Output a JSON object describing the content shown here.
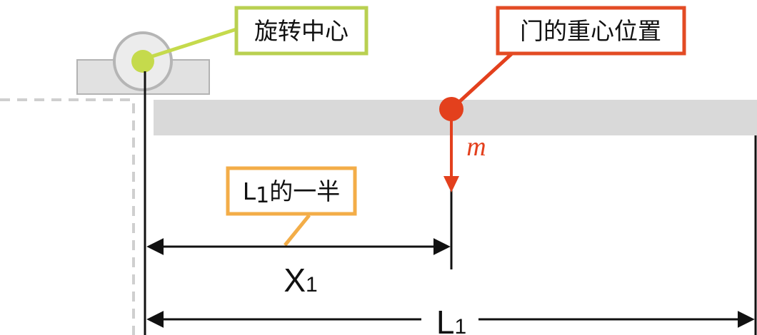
{
  "labels": {
    "pivot_callout": "旋转中心",
    "cog_callout": "门的重心位置",
    "half_length_callout_main": "L",
    "half_length_callout_sub": "1",
    "half_length_callout_suffix": "的一半",
    "mass_symbol": "m",
    "x1_main": "X",
    "x1_sub": "1",
    "l1_main": "L",
    "l1_sub": "1"
  },
  "colors": {
    "pivot_accent": "#c5da4c",
    "pivot_border": "#b9d051",
    "cog_accent": "#e3401d",
    "cog_border": "#e34b24",
    "half_length_border": "#f3ad48",
    "door_fill": "#d9d9d9",
    "support_fill": "#e1e1e1",
    "support_stroke": "#b3b3b3",
    "dashed_outline": "#cfcfcf",
    "dimension_line": "#111111"
  },
  "icons": {
    "pivot": "hinge-circle-icon",
    "mass": "mass-dot-icon",
    "arrow": "arrowhead-icon"
  }
}
